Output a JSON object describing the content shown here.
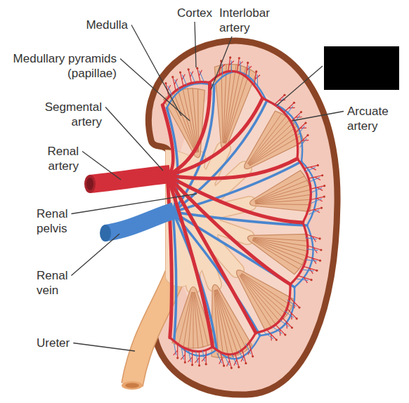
{
  "diagram": {
    "labels": [
      "Medulla",
      "Cortex",
      "Interlobar artery",
      "Medullary pyramids (papillae)",
      "Segmental artery",
      "Arcuate artery",
      "Renal artery",
      "Renal pelvis",
      "Renal vein",
      "Ureter"
    ]
  }
}
